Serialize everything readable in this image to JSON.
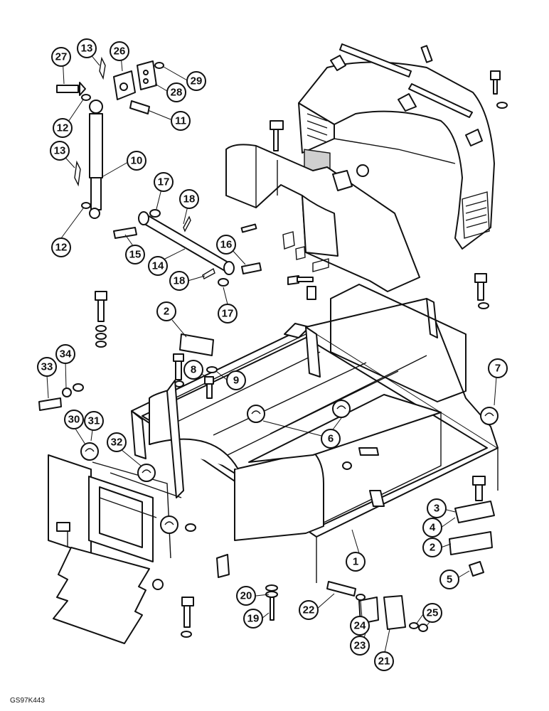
{
  "figure": {
    "reference_code": "GS97K443",
    "callouts": [
      {
        "id": "c27",
        "label": "27"
      },
      {
        "id": "c13a",
        "label": "13"
      },
      {
        "id": "c26",
        "label": "26"
      },
      {
        "id": "c29",
        "label": "29"
      },
      {
        "id": "c28",
        "label": "28"
      },
      {
        "id": "c12a",
        "label": "12"
      },
      {
        "id": "c11",
        "label": "11"
      },
      {
        "id": "c13b",
        "label": "13"
      },
      {
        "id": "c10",
        "label": "10"
      },
      {
        "id": "c17a",
        "label": "17"
      },
      {
        "id": "c18a",
        "label": "18"
      },
      {
        "id": "c12b",
        "label": "12"
      },
      {
        "id": "c15",
        "label": "15"
      },
      {
        "id": "c16",
        "label": "16"
      },
      {
        "id": "c14",
        "label": "14"
      },
      {
        "id": "c18b",
        "label": "18"
      },
      {
        "id": "c17b",
        "label": "17"
      },
      {
        "id": "c2a",
        "label": "2"
      },
      {
        "id": "c33",
        "label": "33"
      },
      {
        "id": "c34",
        "label": "34"
      },
      {
        "id": "c8",
        "label": "8"
      },
      {
        "id": "c9",
        "label": "9"
      },
      {
        "id": "c7",
        "label": "7"
      },
      {
        "id": "c30",
        "label": "30"
      },
      {
        "id": "c31",
        "label": "31"
      },
      {
        "id": "c32",
        "label": "32"
      },
      {
        "id": "c6",
        "label": "6"
      },
      {
        "id": "c3",
        "label": "3"
      },
      {
        "id": "c4",
        "label": "4"
      },
      {
        "id": "c1",
        "label": "1"
      },
      {
        "id": "c2b",
        "label": "2"
      },
      {
        "id": "c5",
        "label": "5"
      },
      {
        "id": "c20",
        "label": "20"
      },
      {
        "id": "c22",
        "label": "22"
      },
      {
        "id": "c24a",
        "label": "24"
      },
      {
        "id": "c25",
        "label": "25"
      },
      {
        "id": "c19",
        "label": "19"
      },
      {
        "id": "c23",
        "label": "23"
      },
      {
        "id": "c21",
        "label": "21"
      }
    ]
  }
}
